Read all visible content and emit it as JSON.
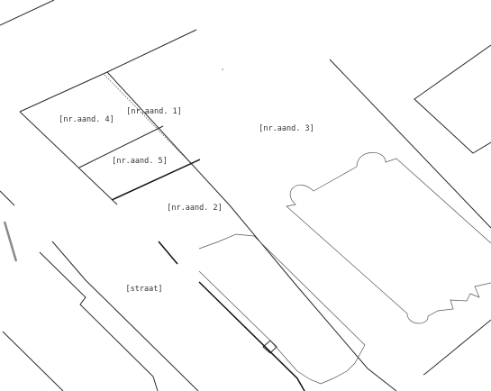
{
  "map": {
    "labels": {
      "nr4": "[nr.aand. 4]",
      "nr1": "[nr.aand. 1]",
      "nr3": "[nr.aand. 3]",
      "nr5": "[nr.aand. 5]",
      "nr2": "[nr.aand. 2]",
      "street": "[straat]"
    }
  }
}
